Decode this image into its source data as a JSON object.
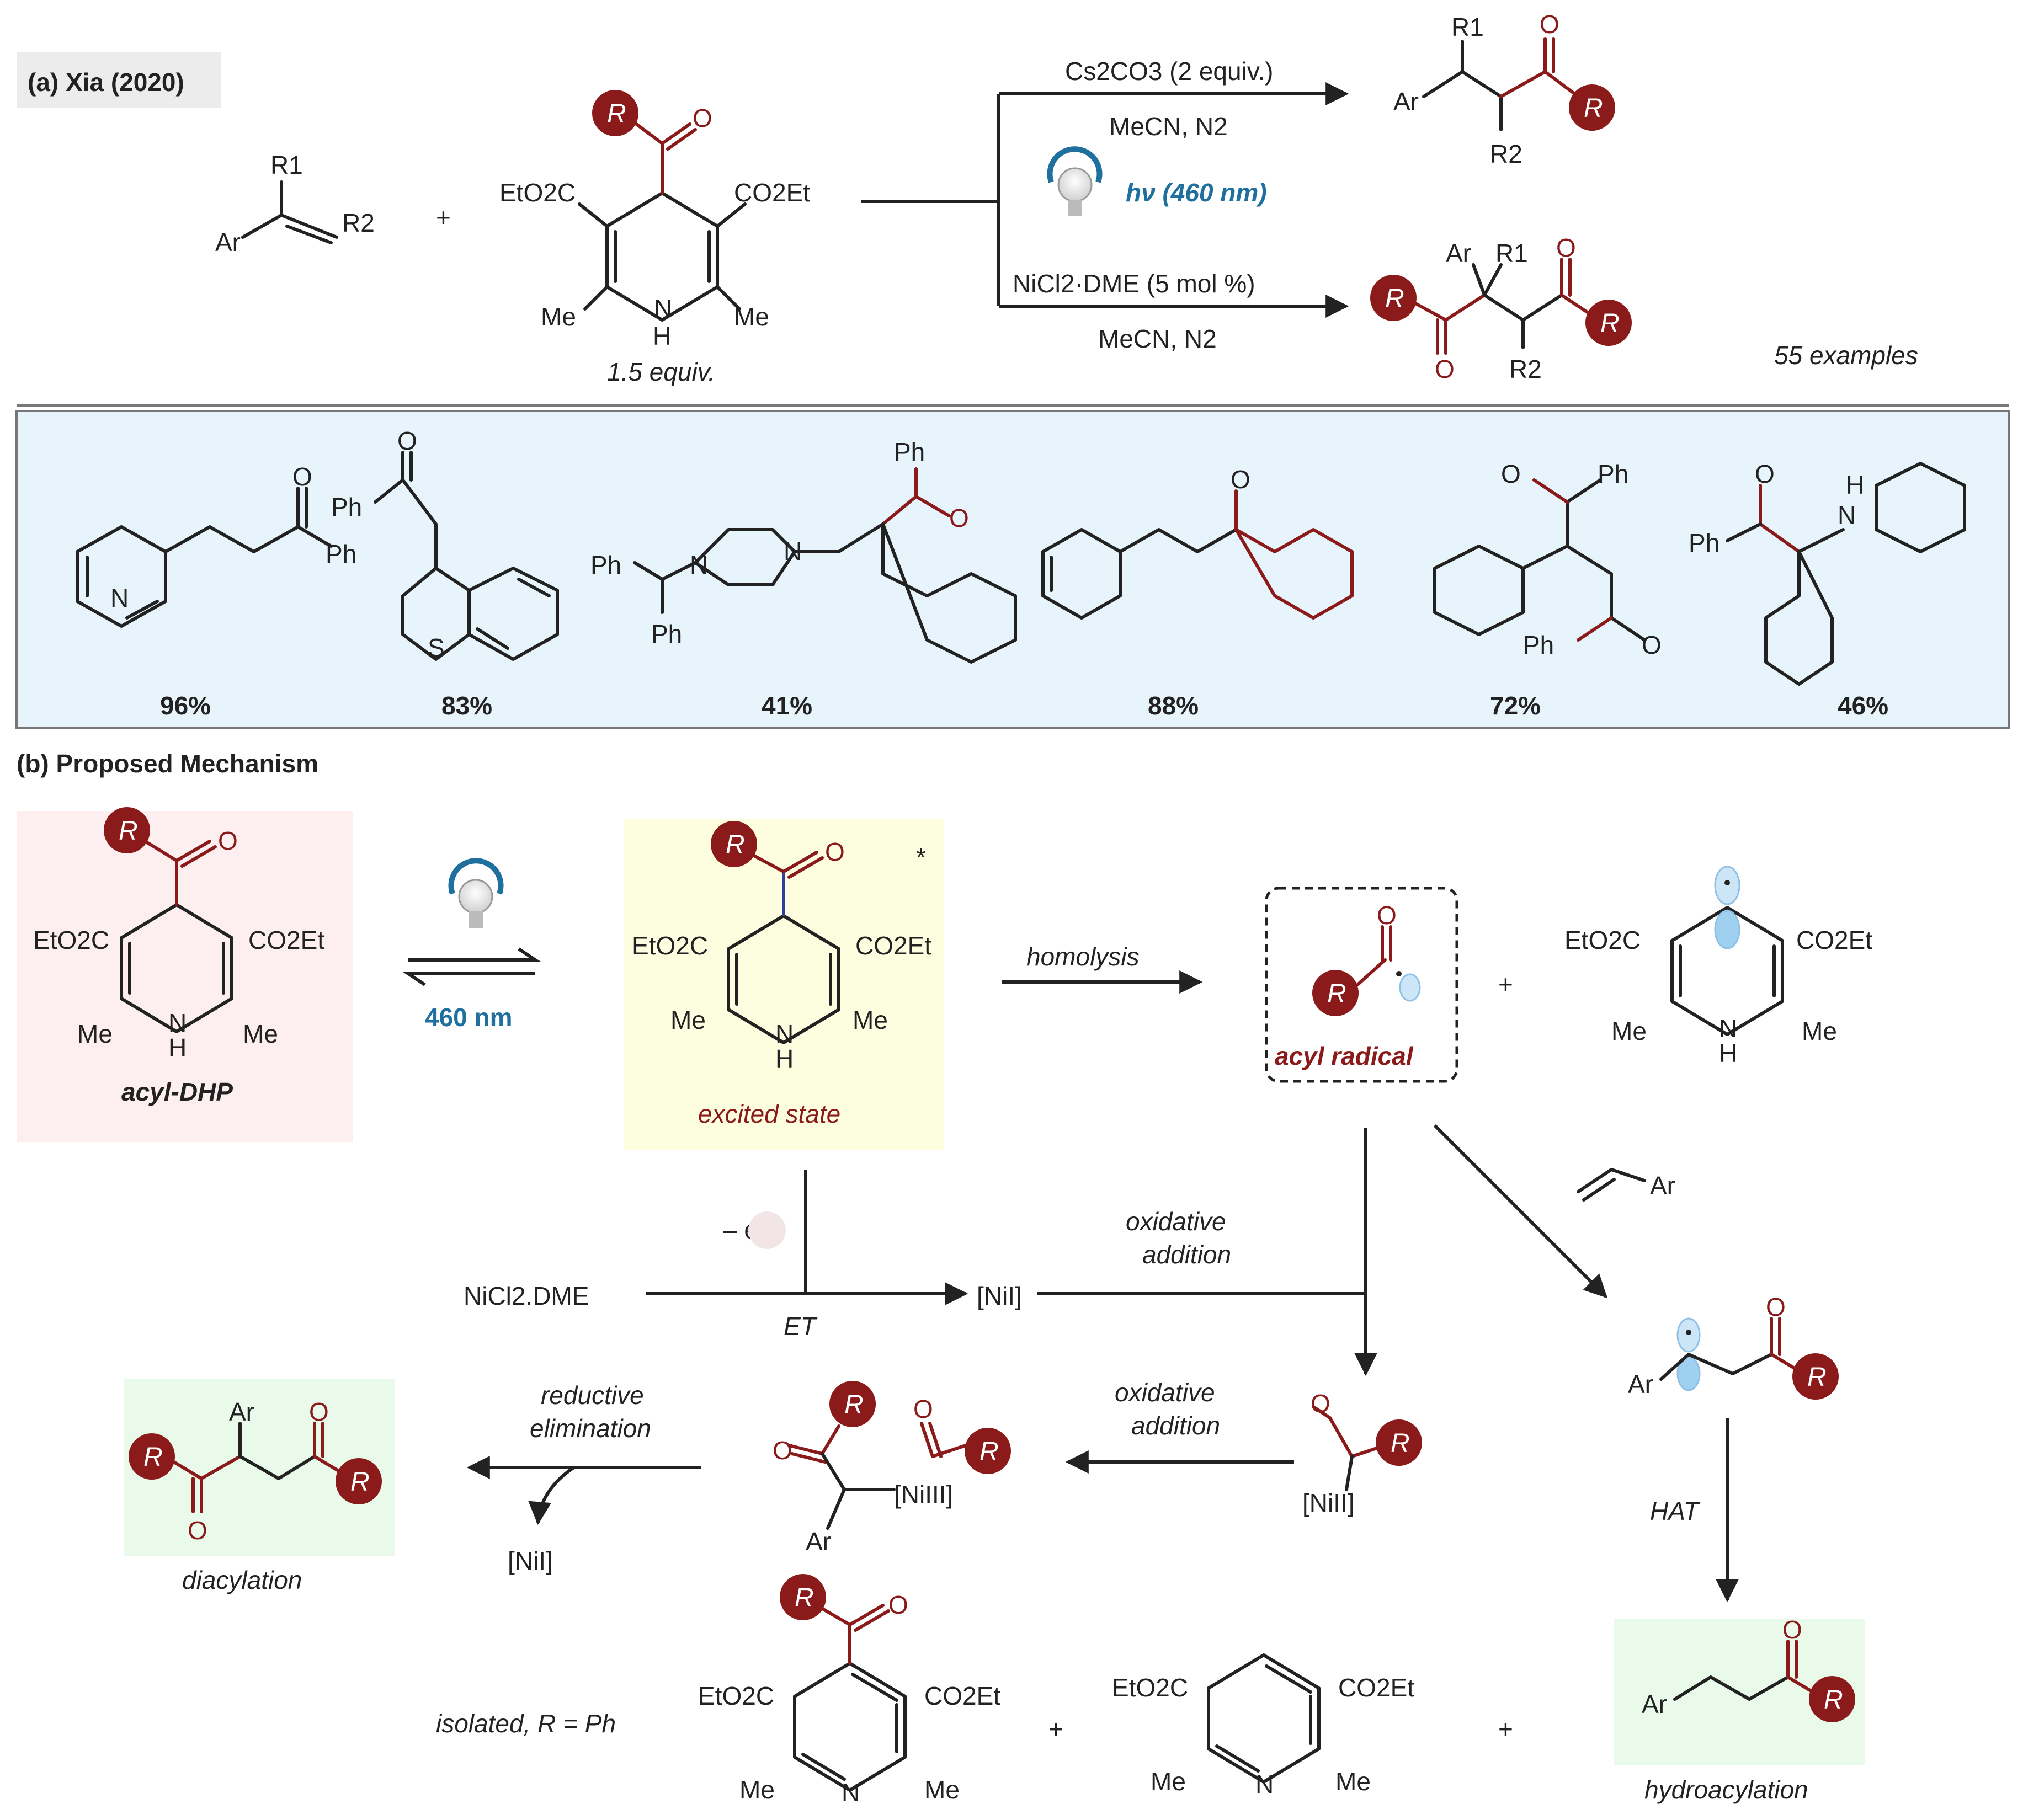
{
  "panel_a": {
    "title": "(a) Xia (2020)",
    "reagent_equiv": "1.5 equiv.",
    "plus": "+",
    "upper_conditions": {
      "base": "Cs2CO3 (2 equiv.)",
      "solvent": "MeCN, N2"
    },
    "light": "hν (460 nm)",
    "lower_conditions": {
      "catalyst": "NiCl2·DME (5 mol %)",
      "solvent": "MeCN, N2"
    },
    "examples": "55 examples",
    "labels": {
      "Ar": "Ar",
      "R1": "R1",
      "R2": "R2",
      "R": "R",
      "O": "O",
      "EtO2C": "EtO2C",
      "CO2Et": "CO2Et",
      "Me": "Me",
      "H": "H",
      "N": "N",
      "S": "S",
      "Ph": "Ph"
    }
  },
  "yields": [
    "96%",
    "83%",
    "41%",
    "88%",
    "72%",
    "46%"
  ],
  "panel_b": {
    "title": "(b) Proposed Mechanism",
    "acyl_dhp": "acyl-DHP",
    "wavelength": "460 nm",
    "excited_state": "excited state",
    "star": "*",
    "homolysis": "homolysis",
    "acyl_radical": "acyl radical",
    "minus_e": "– e–",
    "nicl2": "NiCl2.DME",
    "et": "ET",
    "ni1": "[NiI]",
    "oxidative_addition_1": [
      "oxidative",
      "addition"
    ],
    "oxidative_addition_2": [
      "oxidative",
      "addition"
    ],
    "ni2": "[NiII]",
    "ni3": "[NiIII]",
    "reductive_elimination": [
      "reductive",
      "elimination"
    ],
    "ni1_b": "[NiI]",
    "diacylation": "diacylation",
    "hat": "HAT",
    "hydroacylation": "hydroacylation",
    "isolated": "isolated, R = Ph"
  },
  "colors": {
    "accent_red": "#8b1a1a",
    "light_blue": "#1f6f9f",
    "yield_panel_bg": "#e8f4fc",
    "acyl_dhp_bg": "#fdeef0",
    "excited_bg": "#fdfde0",
    "product_bg": "#eafaea"
  }
}
